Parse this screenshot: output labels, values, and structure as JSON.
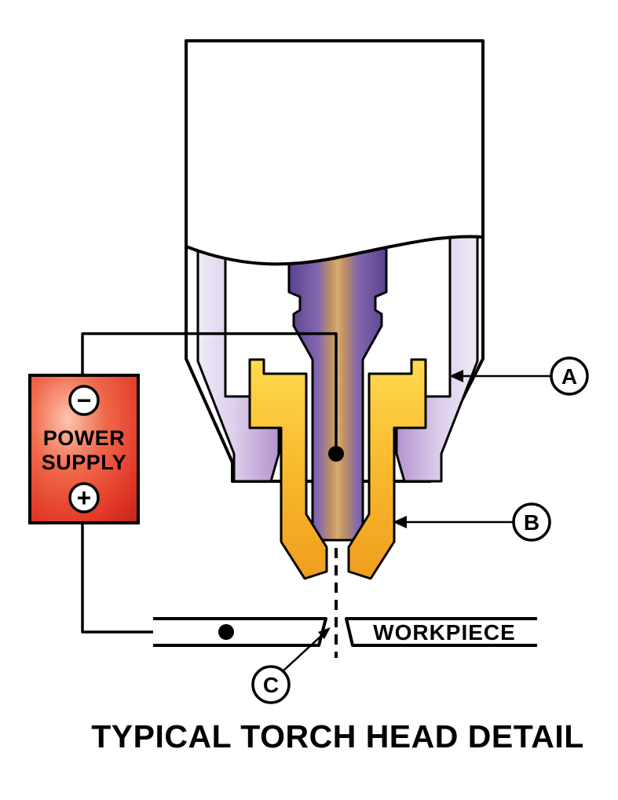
{
  "diagram": {
    "title": "TYPICAL TORCH HEAD DETAIL",
    "power_supply": {
      "line1": "POWER",
      "line2": "SUPPLY",
      "negative_symbol": "−",
      "positive_symbol": "+"
    },
    "workpiece": {
      "label": "WORKPIECE"
    },
    "callouts": {
      "a": "A",
      "b": "B",
      "c": "C"
    },
    "colors": {
      "background": "#ffffff",
      "outline": "#000000",
      "power_supply_red": "#e03424",
      "power_supply_highlight": "#fdc4ae",
      "shield_lavender_light": "#f0eaf7",
      "shield_lavender_deep": "#b394cf",
      "nozzle_gold_light": "#ffd94e",
      "nozzle_gold_deep": "#ef9e1e",
      "electrode_purple": "#5a4090",
      "electrode_core_tan": "#d6ac74"
    }
  }
}
